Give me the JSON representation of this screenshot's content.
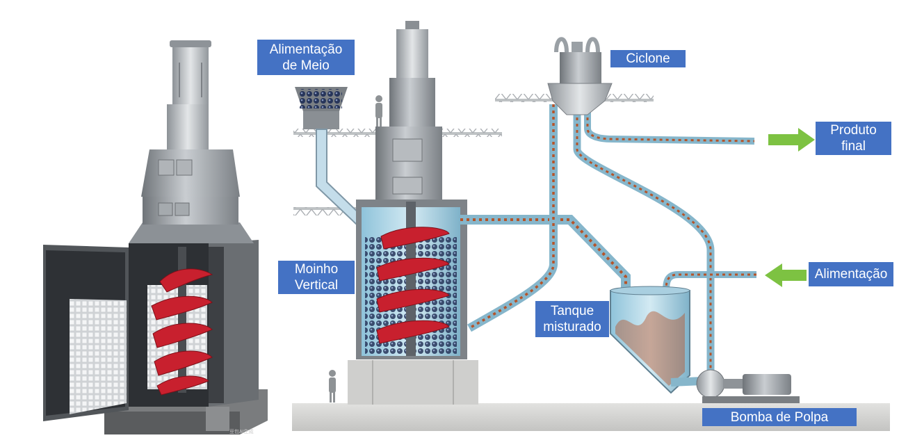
{
  "labels": {
    "media_feed": "Alimentação\nde Meio",
    "cyclone": "Ciclone",
    "final_product": "Produto\nfinal",
    "vertical_mill": "Moinho\nVertical",
    "feed": "Alimentação",
    "mixed_tank": "Tanque\nmisturado",
    "slurry_pump": "Bomba de Polpa"
  },
  "watermark": "豆包AI生成",
  "colors": {
    "label_bg": "#4472c4",
    "label_text": "#ffffff",
    "arrow_green": "#7dc242",
    "steel": "#9ea3a8",
    "steel_dark": "#5d6268",
    "spiral_red": "#c8202e",
    "pipe_blue": "#9cc9dc",
    "slurry_orange": "#b5542a",
    "concrete": "#d7d7d5"
  }
}
